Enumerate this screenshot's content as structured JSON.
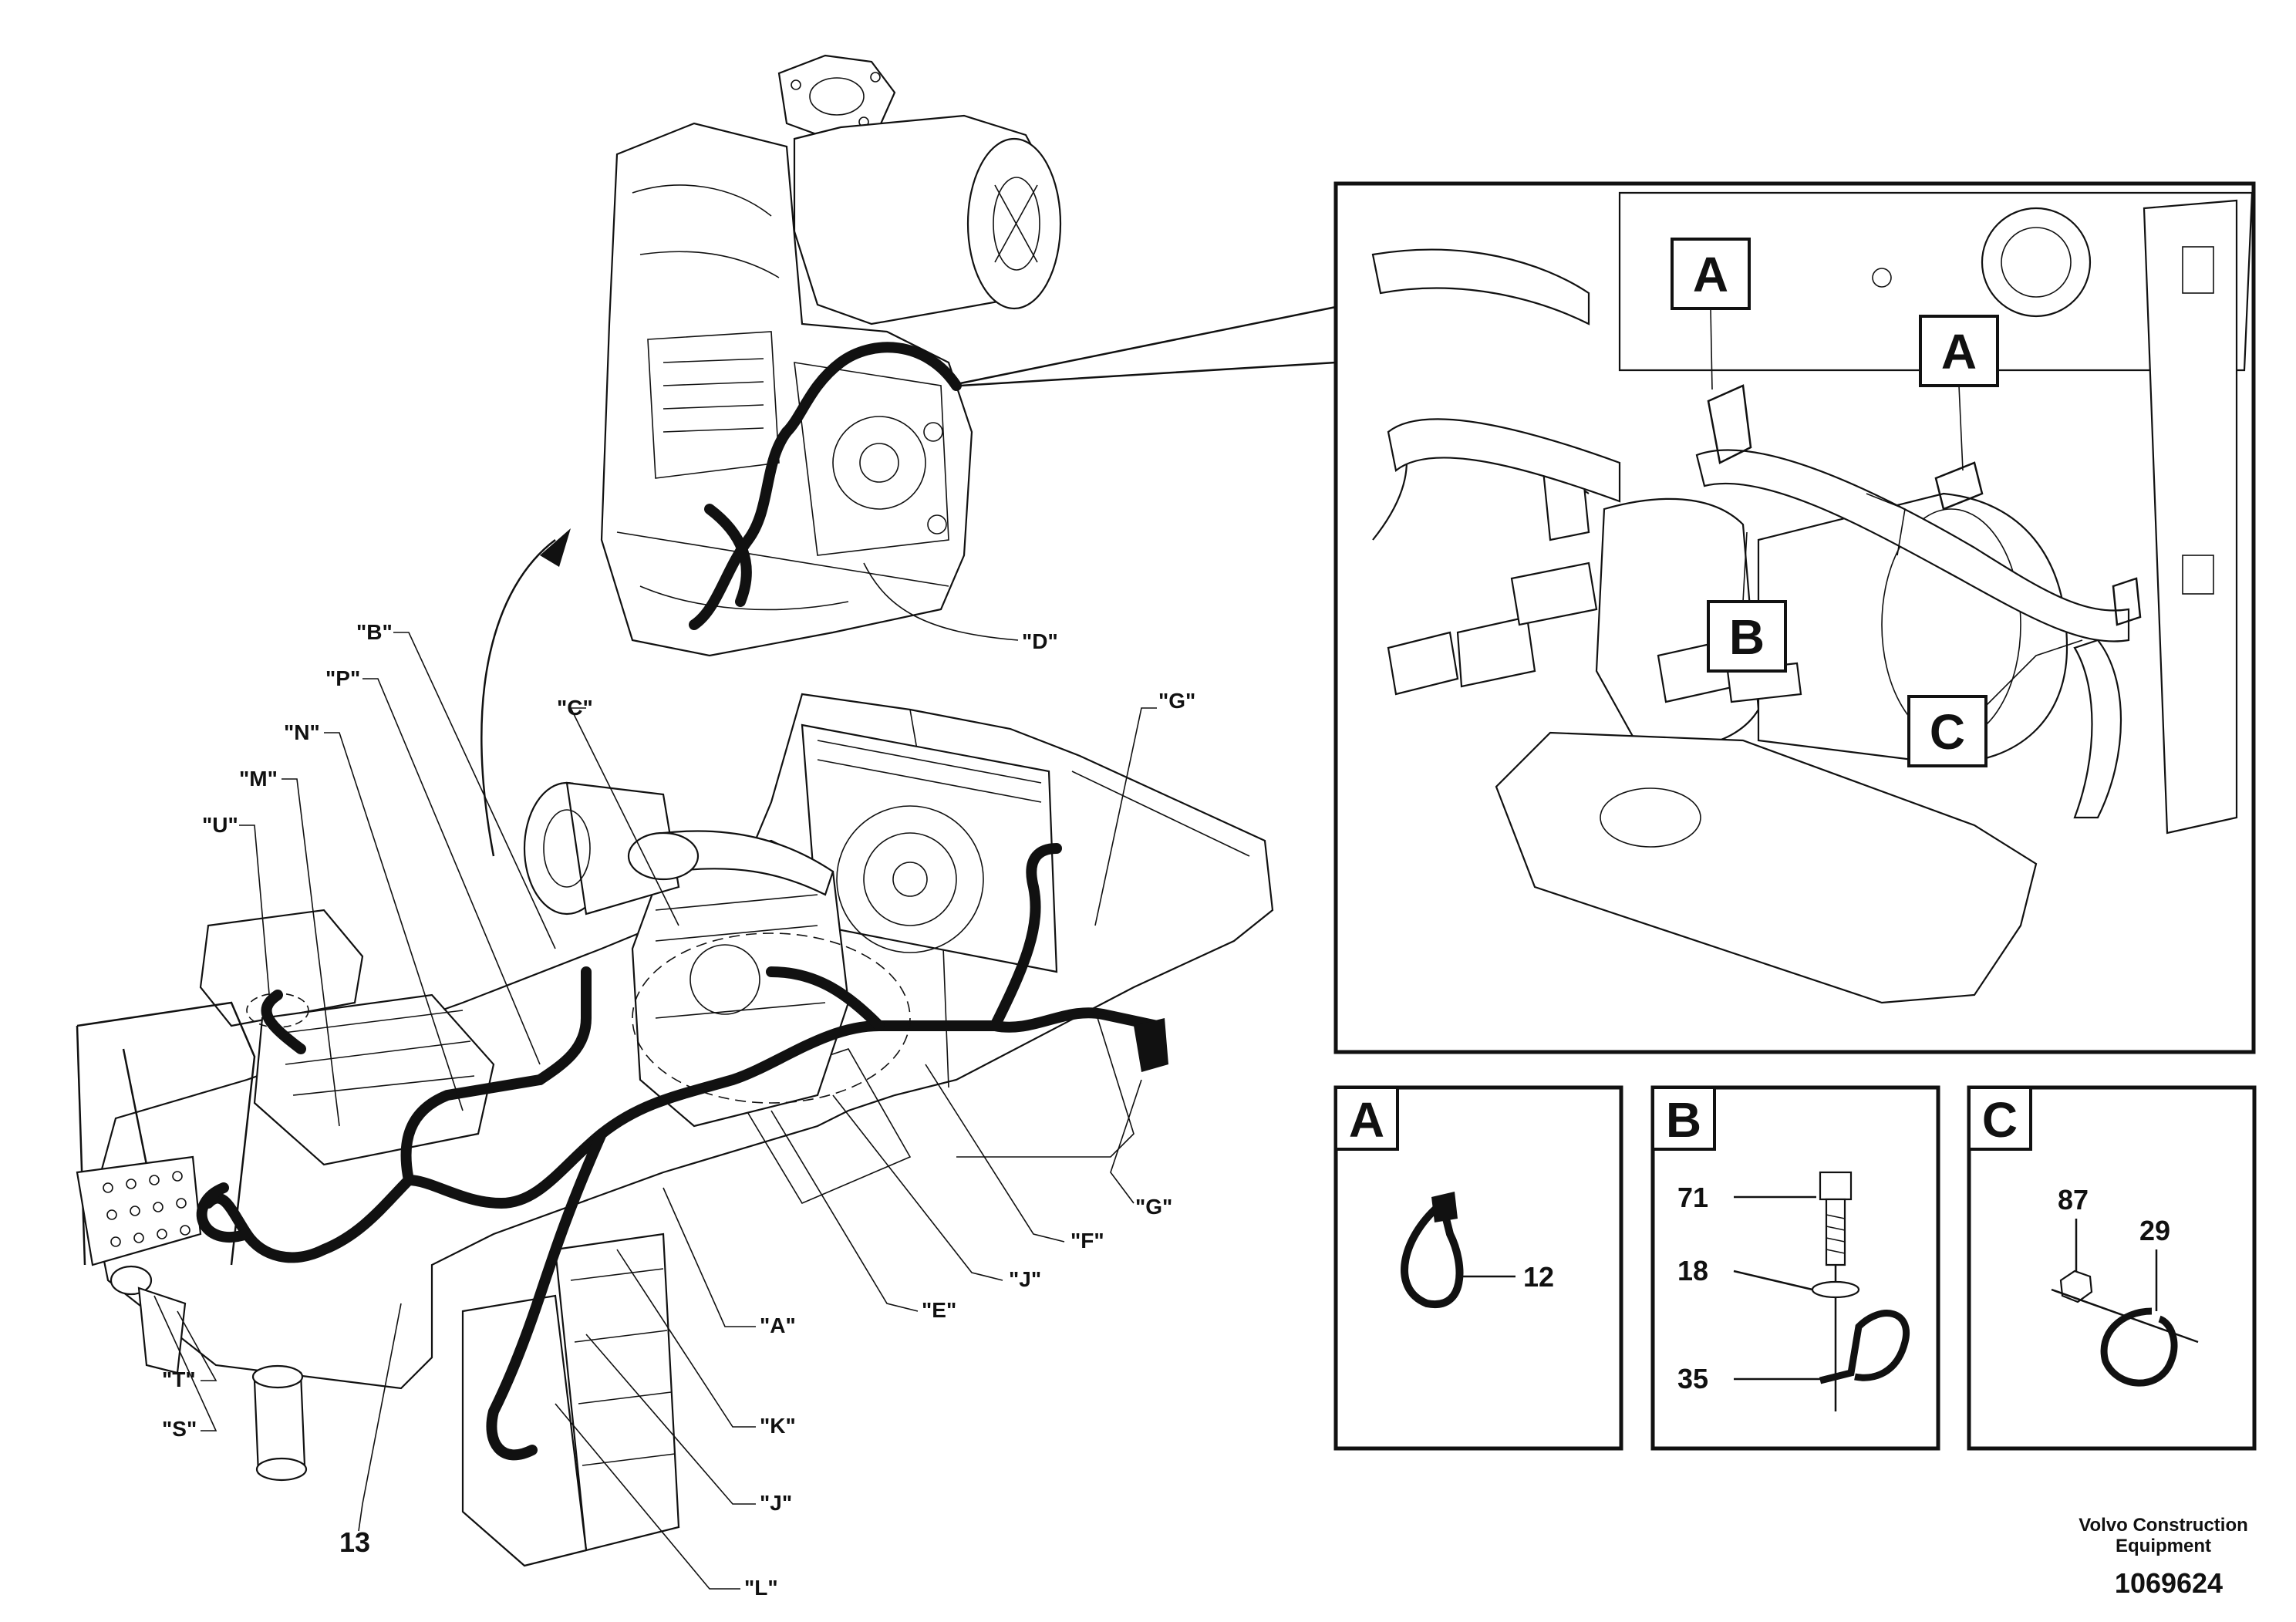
{
  "callouts": {
    "B": "\"B\"",
    "P": "\"P\"",
    "N": "\"N\"",
    "M": "\"M\"",
    "U": "\"U\"",
    "C": "\"C\"",
    "G_top": "\"G\"",
    "D": "\"D\"",
    "G_right": "\"G\"",
    "F": "\"F\"",
    "J_mid": "\"J\"",
    "E": "\"E\"",
    "A": "\"A\"",
    "K": "\"K\"",
    "J_low": "\"J\"",
    "L": "\"L\"",
    "T": "\"T\"",
    "S": "\"S\"",
    "item_13": "13"
  },
  "detail_main": {
    "label_A1": "A",
    "label_A2": "A",
    "label_B": "B",
    "label_C": "C"
  },
  "panel_A": {
    "title": "A",
    "item": "12"
  },
  "panel_B": {
    "title": "B",
    "item_bolt": "71",
    "item_washer": "18",
    "item_clamp": "35"
  },
  "panel_C": {
    "title": "C",
    "item_nut": "87",
    "item_clamp": "29"
  },
  "footer": {
    "company_line1": "Volvo Construction",
    "company_line2": "Equipment",
    "doc_number": "1069624"
  }
}
